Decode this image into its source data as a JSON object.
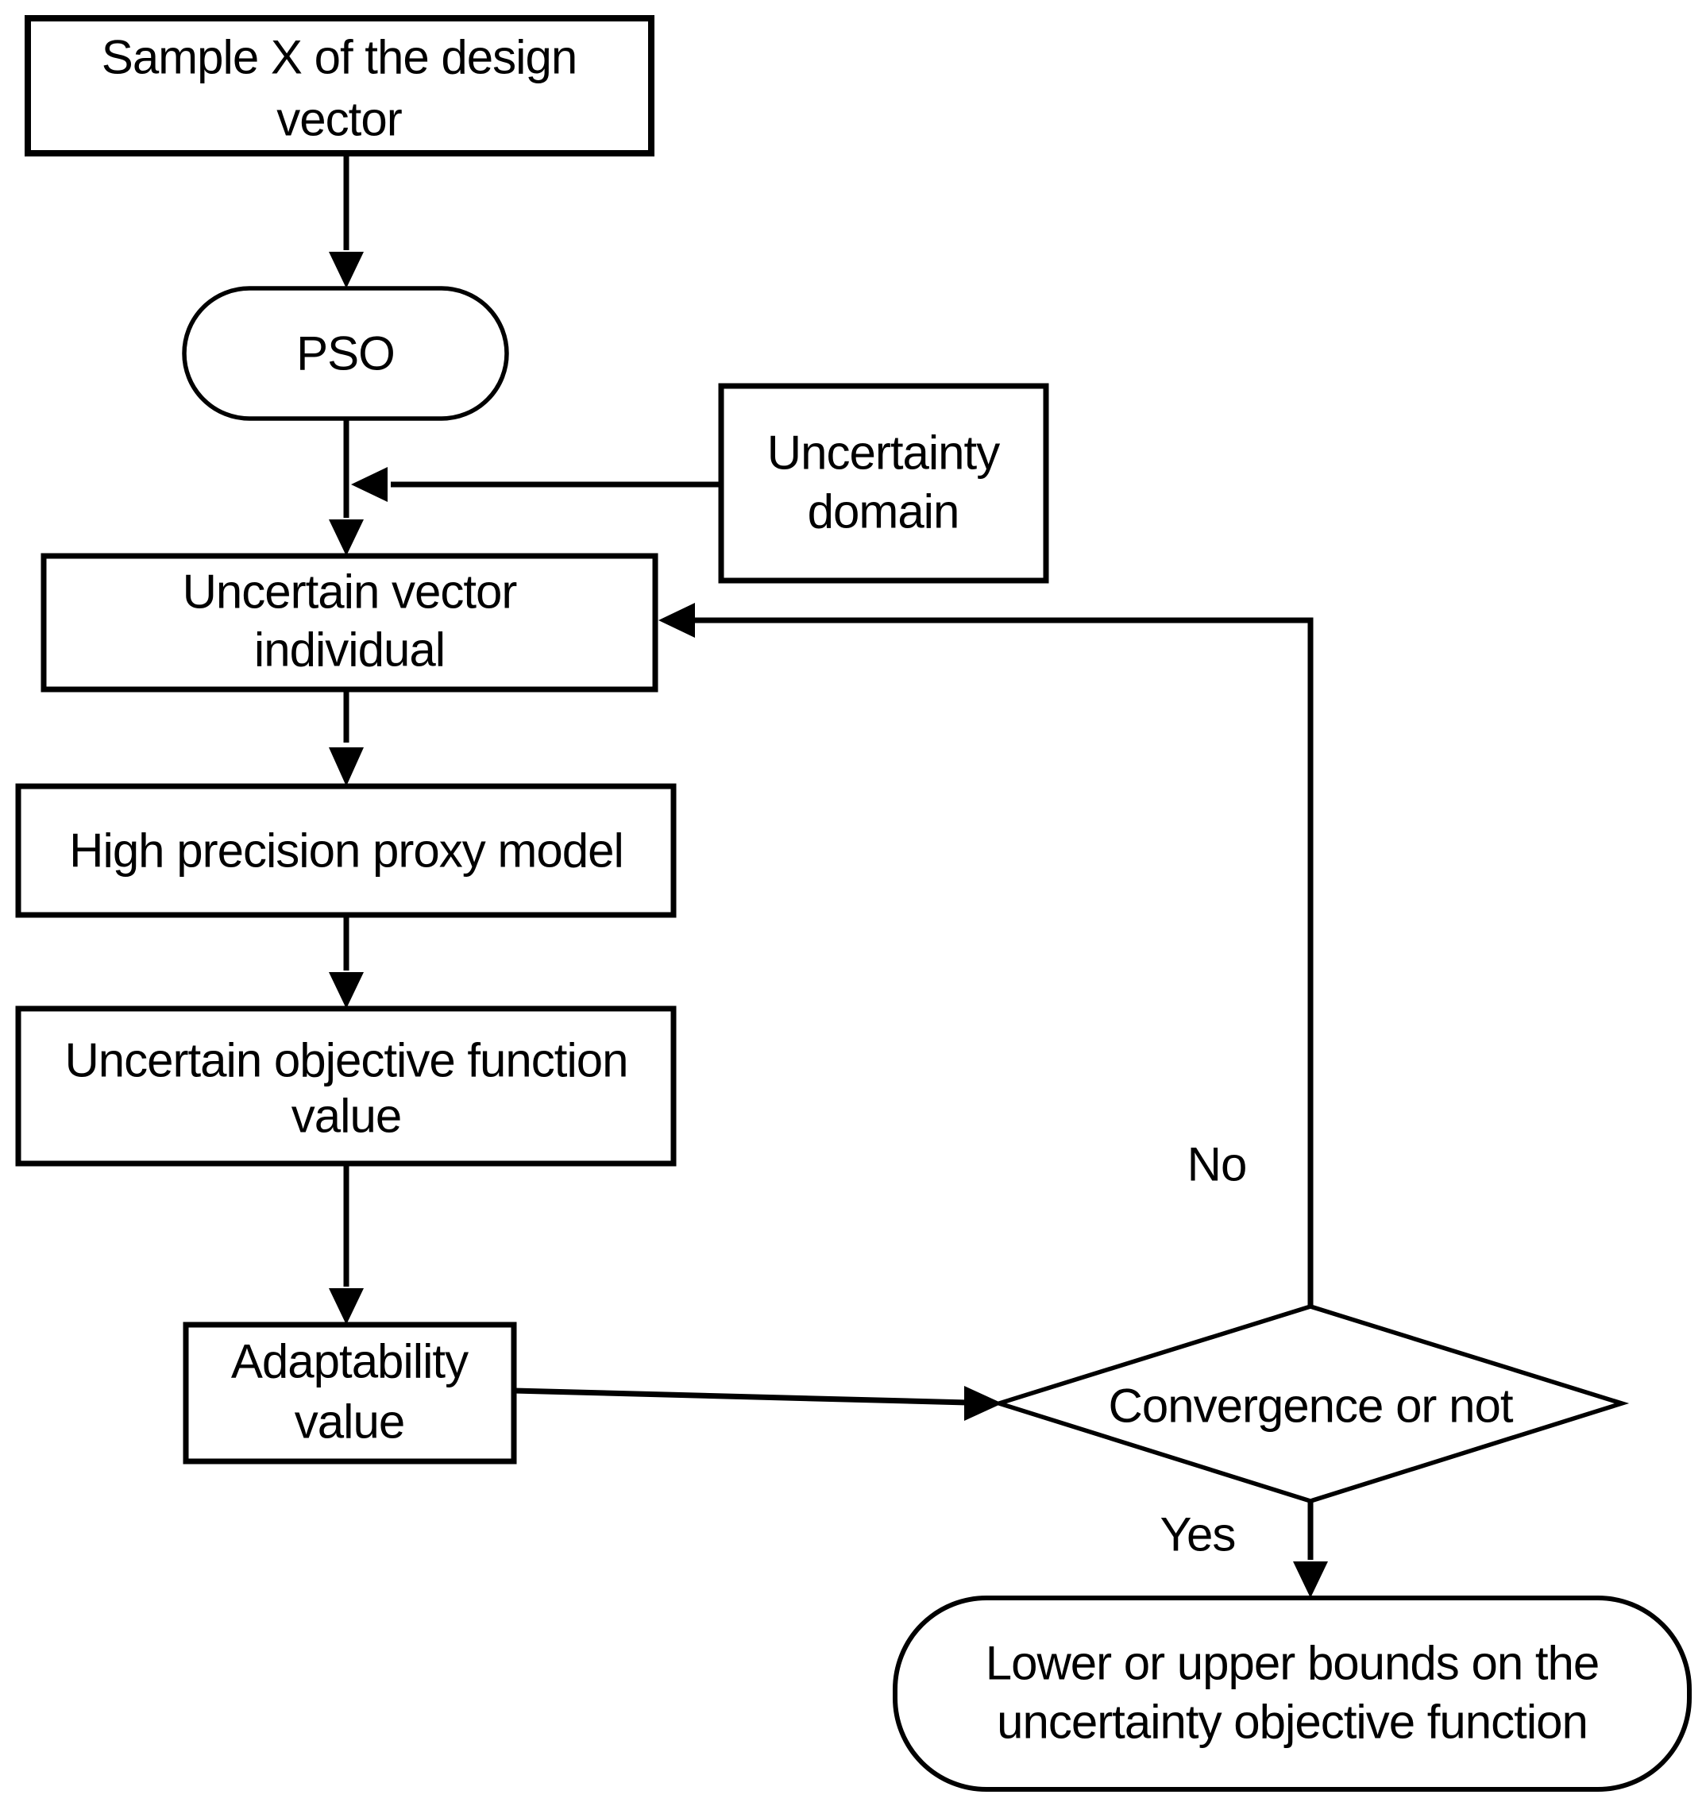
{
  "figure_type": "flowchart",
  "colors": {
    "stroke": "#000000",
    "fill": "#ffffff",
    "text": "#000000"
  },
  "nodes": {
    "sample": {
      "line1": "Sample X of the design",
      "line2": "vector"
    },
    "pso": {
      "label": "PSO"
    },
    "uncertainty_domain": {
      "line1": "Uncertainty",
      "line2": "domain"
    },
    "uncertain_vector_individual": {
      "line1": "Uncertain vector",
      "line2": "individual"
    },
    "high_precision_proxy_model": {
      "label": "High precision proxy model"
    },
    "uncertain_objective_function_value": {
      "line1": "Uncertain objective function",
      "line2": "value"
    },
    "adaptability_value": {
      "line1": "Adaptability",
      "line2": "value"
    },
    "convergence": {
      "label": "Convergence or not"
    },
    "bounds_output": {
      "line1": "Lower or upper bounds on the",
      "line2": "uncertainty objective function"
    }
  },
  "edge_labels": {
    "no": "No",
    "yes": "Yes"
  }
}
